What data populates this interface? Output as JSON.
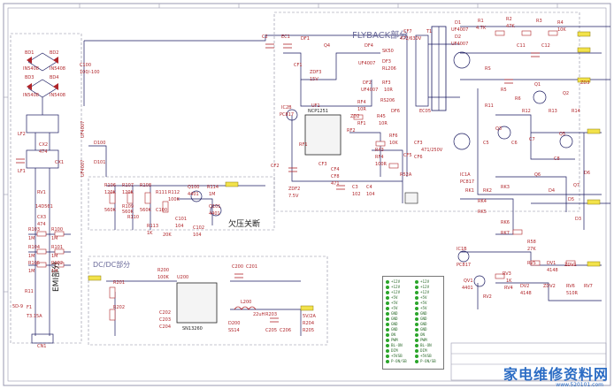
{
  "sections": {
    "flyback": "FLYBACK部分",
    "undervoltage": "欠压关断",
    "dcdc": "DC/DC部分",
    "emi": "EMI部分"
  },
  "left_components": [
    "BD1",
    "BD2",
    "BD3",
    "BD4",
    "IN5408",
    "IN5408",
    "IN5408",
    "IN5408",
    "C100",
    "100/-100",
    "LF2",
    "LF1",
    "CX2",
    "CX1",
    "474",
    "RV1",
    "14D561",
    "CX3",
    "474",
    "R103",
    "R100",
    "R104",
    "R101",
    "R105",
    "R102",
    "1M",
    "1M",
    "1M",
    "1M",
    "1M",
    "1M",
    "R11",
    "5D-9",
    "F1",
    "T3.15A",
    "CN1"
  ],
  "flyback_components": [
    "C2",
    "EC1",
    "DF1",
    "Q4",
    "DF4",
    "UF4007",
    "SK50",
    "ZDF3",
    "15V",
    "DF3",
    "RL206",
    "DF2",
    "RF3",
    "UF4007",
    "10R",
    "CF7",
    "472/630V",
    "T1",
    "EC05",
    "DF6",
    "RS206",
    "RF4",
    "10R",
    "ZD2",
    "RF1",
    "CF1"
  ],
  "ic_components": [
    "IC2B",
    "PC817",
    "UF1",
    "NCP1251",
    "RF2",
    "RF1",
    "CF3",
    "CF4",
    "R45",
    "10R",
    "RF6",
    "10K",
    "R43",
    "RF4",
    "100R",
    "CF5",
    "CF6",
    "CF2",
    "ZDF2",
    "7.5V",
    "CF3",
    "471/250V",
    "R52A",
    "CF8",
    "471",
    "C3",
    "102",
    "C4",
    "104"
  ],
  "right_components": [
    "D1",
    "R1",
    "R2",
    "R3",
    "D2",
    "UF4007",
    "4.7K",
    "47K",
    "UF4007",
    "R4",
    "10K",
    "C11",
    "C12",
    "Q1",
    "Q2",
    "RS",
    "R5",
    "R6",
    "R11",
    "R12",
    "R13",
    "R14",
    "Q3",
    "Q5",
    "IC1A",
    "PC817",
    "RK1",
    "RK2",
    "RK3",
    "RK4",
    "RK5",
    "RK6",
    "RK7",
    "D3",
    "ZD3",
    "C5",
    "C6",
    "C7",
    "C8",
    "Q6",
    "Q7",
    "D4",
    "D5",
    "D6",
    "IC1B",
    "PC817",
    "R58",
    "27K",
    "RV5",
    "RV6",
    "DV1",
    "DV2",
    "ZDV1",
    "ZDV2",
    "QV1",
    "4401",
    "RV2",
    "RV3",
    "RV4",
    "RV7",
    "1K",
    "510R",
    "4148",
    "4148"
  ],
  "uv_components": [
    "D100",
    "D101",
    "UF4007",
    "UF4007",
    "R106",
    "R107",
    "R108",
    "R109",
    "560K",
    "560K",
    "560K",
    "R110",
    "R111",
    "R112",
    "R113",
    "100K",
    "120K",
    "120K",
    "Q100",
    "4401",
    "R114",
    "1M",
    "Q101",
    "4401",
    "C100",
    "C101",
    "C102",
    "104",
    "104",
    "20K",
    "1K"
  ],
  "dcdc_components": [
    "U200",
    "SN13260",
    "R200",
    "R201",
    "R202",
    "R203",
    "100K",
    "C200",
    "C201",
    "C202",
    "C203",
    "C204",
    "L200",
    "22uH",
    "D200",
    "SS14",
    "C205",
    "C206",
    "5V/2A",
    "R204",
    "R205"
  ],
  "table_rows": [
    "+12V",
    "+12V",
    "+12V",
    "+5V",
    "+5V",
    "+5V",
    "GND",
    "GND",
    "GND",
    "GND",
    "ON",
    "PWM",
    "BL-ON",
    "DIM",
    "+5VSB",
    "P-ON/SB"
  ],
  "table_rows_right": [
    "+12V",
    "+12V",
    "+12V",
    "+5V",
    "+5V",
    "+5V",
    "GND",
    "GND",
    "GND",
    "GND",
    "ON",
    "PWM",
    "BL-ON",
    "DIM",
    "+5VSB",
    "P-ON/SB"
  ],
  "watermark": {
    "text": "家电维修资料网",
    "url": "www.520101.com"
  },
  "colors": {
    "wire": "#1a1a60",
    "part": "#b0252a",
    "frame": "#9a9ab0",
    "table_dot": "#2aa52a"
  }
}
